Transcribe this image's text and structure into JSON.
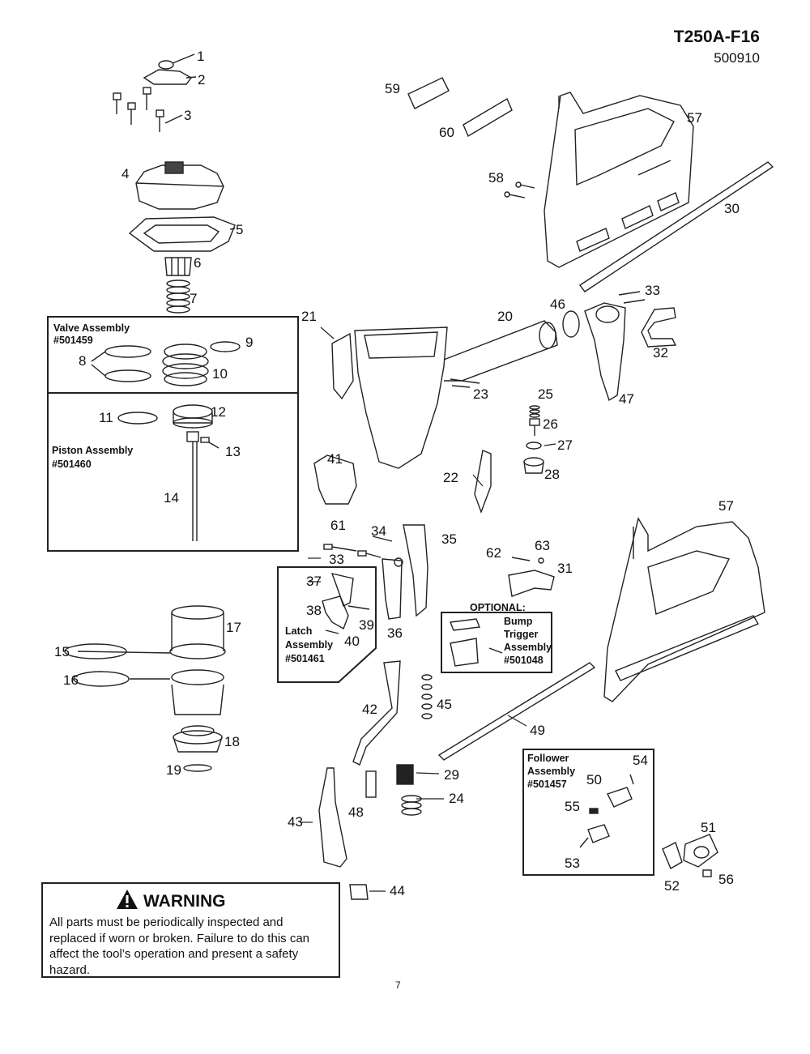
{
  "header": {
    "model": "T250A-F16",
    "doc_number": "500910"
  },
  "assemblies": {
    "valve": {
      "name": "Valve Assembly",
      "number": "#501459"
    },
    "piston": {
      "name": "Piston Assembly",
      "number": "#501460"
    },
    "latch": {
      "line1": "Latch",
      "line2": "Assembly",
      "number": "#501461"
    },
    "bump": {
      "optional": "OPTIONAL:",
      "line1": "Bump",
      "line2": "Trigger",
      "line3": "Assembly",
      "number": "#501048"
    },
    "follower": {
      "name": "Follower",
      "line2": "Assembly",
      "number": "#501457"
    }
  },
  "callouts": [
    "1",
    "2",
    "3",
    "4",
    "5",
    "6",
    "7",
    "8",
    "9",
    "10",
    "11",
    "12",
    "13",
    "14",
    "15",
    "16",
    "17",
    "18",
    "19",
    "20",
    "21",
    "22",
    "23",
    "24",
    "25",
    "26",
    "27",
    "28",
    "29",
    "30",
    "31",
    "32",
    "33",
    "33",
    "34",
    "35",
    "36",
    "37",
    "38",
    "39",
    "40",
    "41",
    "42",
    "43",
    "44",
    "45",
    "46",
    "47",
    "48",
    "49",
    "50",
    "51",
    "52",
    "53",
    "54",
    "55",
    "56",
    "57",
    "57",
    "58",
    "59",
    "60",
    "61",
    "62",
    "63"
  ],
  "warning": {
    "heading": "WARNING",
    "lines": [
      "All parts must be periodically inspected and",
      "replaced if worn or broken.  Failure to do this can",
      "affect the tool’s operation and present a safety",
      "hazard."
    ]
  },
  "page_number": "7"
}
